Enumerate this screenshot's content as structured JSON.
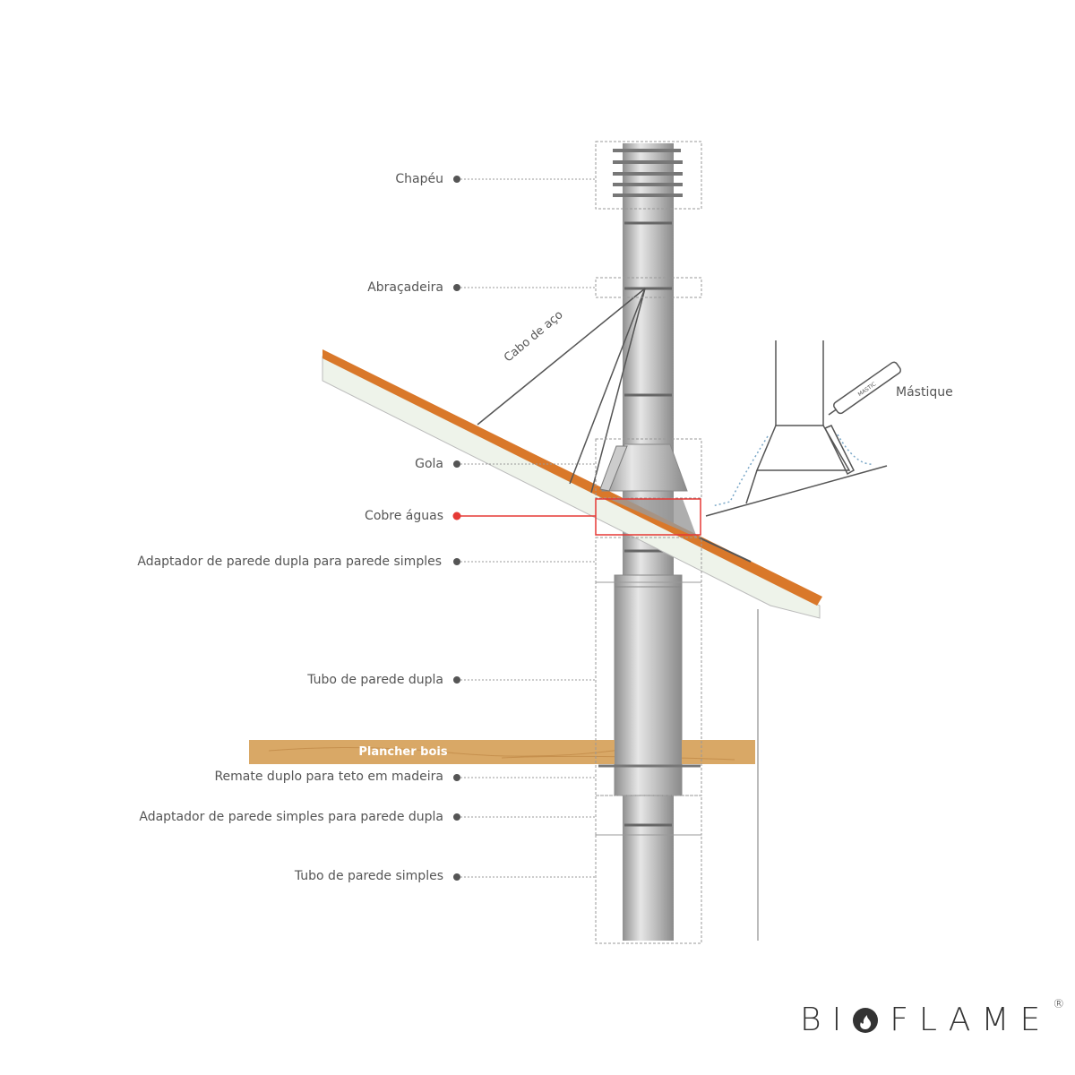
{
  "labels": [
    {
      "id": "chapeu",
      "text": "Chapéu"
    },
    {
      "id": "abracadeira",
      "text": "Abraçadeira"
    },
    {
      "id": "gola",
      "text": "Gola"
    },
    {
      "id": "cobre-aguas",
      "text": "Cobre águas"
    },
    {
      "id": "adaptador-dupla-simples",
      "text": "Adaptador de parede dupla para parede simples"
    },
    {
      "id": "tubo-dupla",
      "text": "Tubo de parede dupla"
    },
    {
      "id": "remate-duplo",
      "text": "Remate duplo para teto em madeira"
    },
    {
      "id": "adaptador-simples-dupla",
      "text": "Adaptador de parede simples para parede dupla"
    },
    {
      "id": "tubo-simples",
      "text": "Tubo de parede simples"
    }
  ],
  "cable_label": "Cabo de aço",
  "mastic_label": "Mástique",
  "mastic_tube_text": "MASTIC",
  "floor_label": "Plancher bois",
  "logo": {
    "text_left": "BI",
    "text_right": "FLAME",
    "registered": "®"
  },
  "colors": {
    "highlight": "#e53935",
    "roof": "#d9782a",
    "wood": "#d9a866",
    "pipe": "#b8b8b8"
  }
}
